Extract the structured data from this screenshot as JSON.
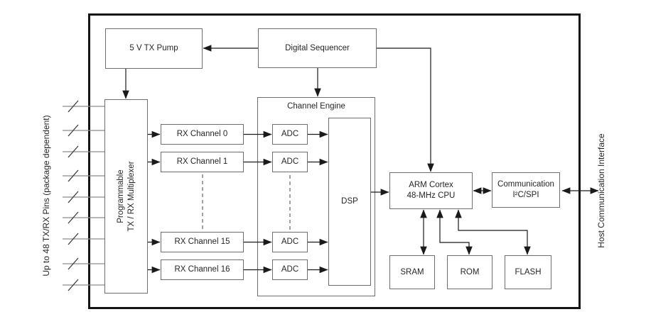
{
  "colors": {
    "background": "#ffffff",
    "chip_border": "#141414",
    "box_border": "#6e6e6e",
    "wire": "#1a1a1a",
    "pin_wire": "#8c8c8c",
    "text": "#262626"
  },
  "side_labels": {
    "left": "Up to 48 TX/RX Pins (package dependent)",
    "right": "Host Communication Interface"
  },
  "blocks": {
    "tx_pump": {
      "label": "5 V TX Pump"
    },
    "digital_sequencer": {
      "label": "Digital Sequencer"
    },
    "multiplexer": {
      "line1": "Programmable",
      "line2": "TX / RX Multiplexer"
    },
    "channel_engine": {
      "label": "Channel Engine"
    },
    "rx_channels": [
      {
        "label": "RX Channel 0"
      },
      {
        "label": "RX Channel 1"
      },
      {
        "label": "RX Channel 15"
      },
      {
        "label": "RX Channel 16"
      }
    ],
    "adcs": [
      {
        "label": "ADC"
      },
      {
        "label": "ADC"
      },
      {
        "label": "ADC"
      },
      {
        "label": "ADC"
      }
    ],
    "dsp": {
      "label": "DSP"
    },
    "cpu": {
      "line1": "ARM Cortex",
      "line2": "48-MHz CPU"
    },
    "communication": {
      "line1": "Communication",
      "line2": "I²C/SPI"
    },
    "memories": [
      {
        "label": "SRAM"
      },
      {
        "label": "ROM"
      },
      {
        "label": "FLASH"
      }
    ]
  }
}
